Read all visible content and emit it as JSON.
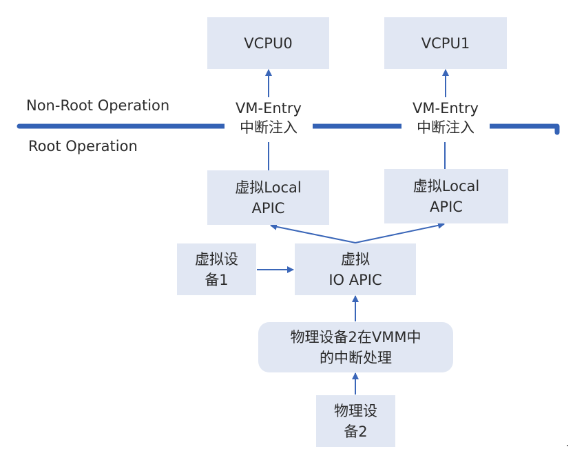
{
  "colors": {
    "box_fill": "#e1e7f3",
    "arrow": "#3a66b8",
    "divider": "#3462b5",
    "text": "#2b2b2b"
  },
  "zones": {
    "upper": "Non-Root Operation",
    "lower": "Root Operation"
  },
  "nodes": {
    "vcpu0": {
      "lines": [
        "VCPU0"
      ]
    },
    "vcpu1": {
      "lines": [
        "VCPU1"
      ]
    },
    "entry0": {
      "lines": [
        "VM-Entry",
        "中断注入"
      ]
    },
    "entry1": {
      "lines": [
        "VM-Entry",
        "中断注入"
      ]
    },
    "lapic0": {
      "lines": [
        "虚拟Local",
        "APIC"
      ]
    },
    "lapic1": {
      "lines": [
        "虚拟Local",
        "APIC"
      ]
    },
    "vdev1": {
      "lines": [
        "虚拟设",
        "备1"
      ]
    },
    "ioapic": {
      "lines": [
        "虚拟",
        "IO APIC"
      ]
    },
    "vmm": {
      "lines": [
        "物理设备2在VMM中",
        "的中断处理"
      ]
    },
    "pdev2": {
      "lines": [
        "物理设",
        "备2"
      ]
    }
  },
  "edges": [
    {
      "from": "entry0",
      "to": "vcpu0"
    },
    {
      "from": "entry1",
      "to": "vcpu1"
    },
    {
      "from": "lapic0",
      "to": "entry0"
    },
    {
      "from": "lapic1",
      "to": "entry1"
    },
    {
      "from": "ioapic",
      "to": "lapic0"
    },
    {
      "from": "ioapic",
      "to": "lapic1"
    },
    {
      "from": "vdev1",
      "to": "ioapic"
    },
    {
      "from": "vmm",
      "to": "ioapic"
    },
    {
      "from": "pdev2",
      "to": "vmm"
    }
  ]
}
